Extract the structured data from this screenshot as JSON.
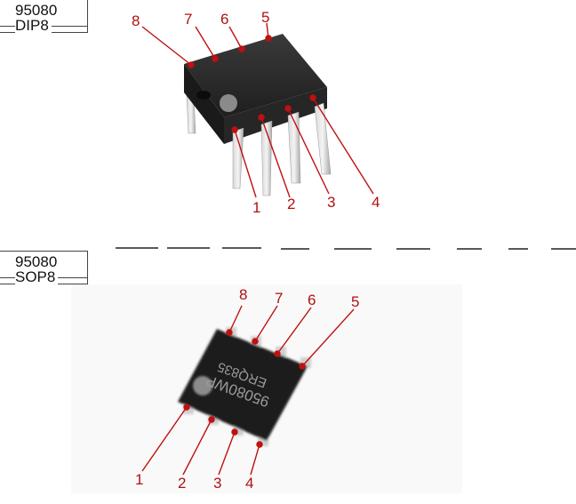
{
  "dip": {
    "part": "95080",
    "package": "DIP8",
    "pins": [
      "1",
      "2",
      "3",
      "4",
      "5",
      "6",
      "7",
      "8"
    ]
  },
  "sop": {
    "part": "95080",
    "package": "SOP8",
    "pins": [
      "1",
      "2",
      "3",
      "4",
      "5",
      "6",
      "7",
      "8"
    ],
    "marking_line1": "95080WP",
    "marking_line2": "ERQ835"
  },
  "colors": {
    "pin_label": "#b01010",
    "chip_body": "#2a2a2a",
    "leader": "#c01010"
  }
}
